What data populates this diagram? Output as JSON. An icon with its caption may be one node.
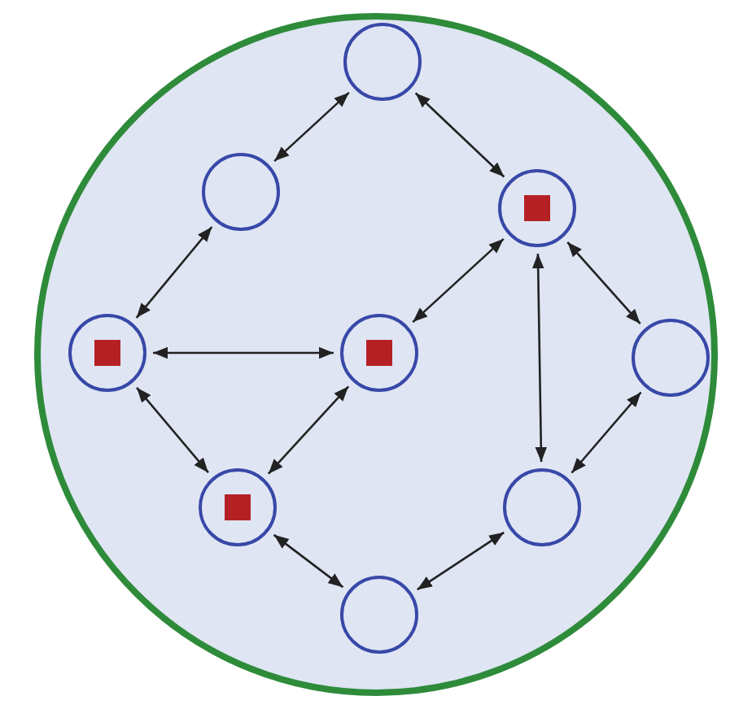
{
  "diagram": {
    "nodes": [
      {
        "text": [],
        "shape": "circle"
      },
      {
        "text": [],
        "shape": "circle",
        "in": 0
      },
      {
        "text": [],
        "shape": "circle",
        "in": 0
      },
      {
        "text": [],
        "shape": "circle",
        "in": 0
      },
      {
        "text": [],
        "shape": "circle",
        "in": 0
      },
      {
        "text": [],
        "shape": "circle",
        "in": 0
      },
      {
        "text": [],
        "shape": "circle",
        "in": 0
      },
      {
        "text": [],
        "shape": "circle",
        "in": 0
      },
      {
        "text": [],
        "shape": "circle",
        "in": 0
      },
      {
        "text": [],
        "shape": "circle",
        "in": 0
      },
      {
        "text": [],
        "shape": "box",
        "in": 3
      },
      {
        "text": [],
        "shape": "box",
        "in": 4
      },
      {
        "text": [],
        "shape": "box",
        "in": 5
      },
      {
        "text": [],
        "shape": "box",
        "in": 7
      }
    ],
    "edges": [
      {
        "from": 1,
        "to": 2,
        "arrow": "both"
      },
      {
        "from": 1,
        "to": 3,
        "arrow": "both"
      },
      {
        "from": 2,
        "to": 4,
        "arrow": "both"
      },
      {
        "from": 4,
        "to": 5,
        "arrow": "both"
      },
      {
        "from": 4,
        "to": 7,
        "arrow": "both"
      },
      {
        "from": 5,
        "to": 3,
        "arrow": "both"
      },
      {
        "from": 5,
        "to": 7,
        "arrow": "both"
      },
      {
        "from": 3,
        "to": 6,
        "arrow": "both"
      },
      {
        "from": 3,
        "to": 8,
        "arrow": "both"
      },
      {
        "from": 6,
        "to": 8,
        "arrow": "both"
      },
      {
        "from": 7,
        "to": 9,
        "arrow": "both"
      },
      {
        "from": 8,
        "to": 9,
        "arrow": "both"
      }
    ]
  }
}
